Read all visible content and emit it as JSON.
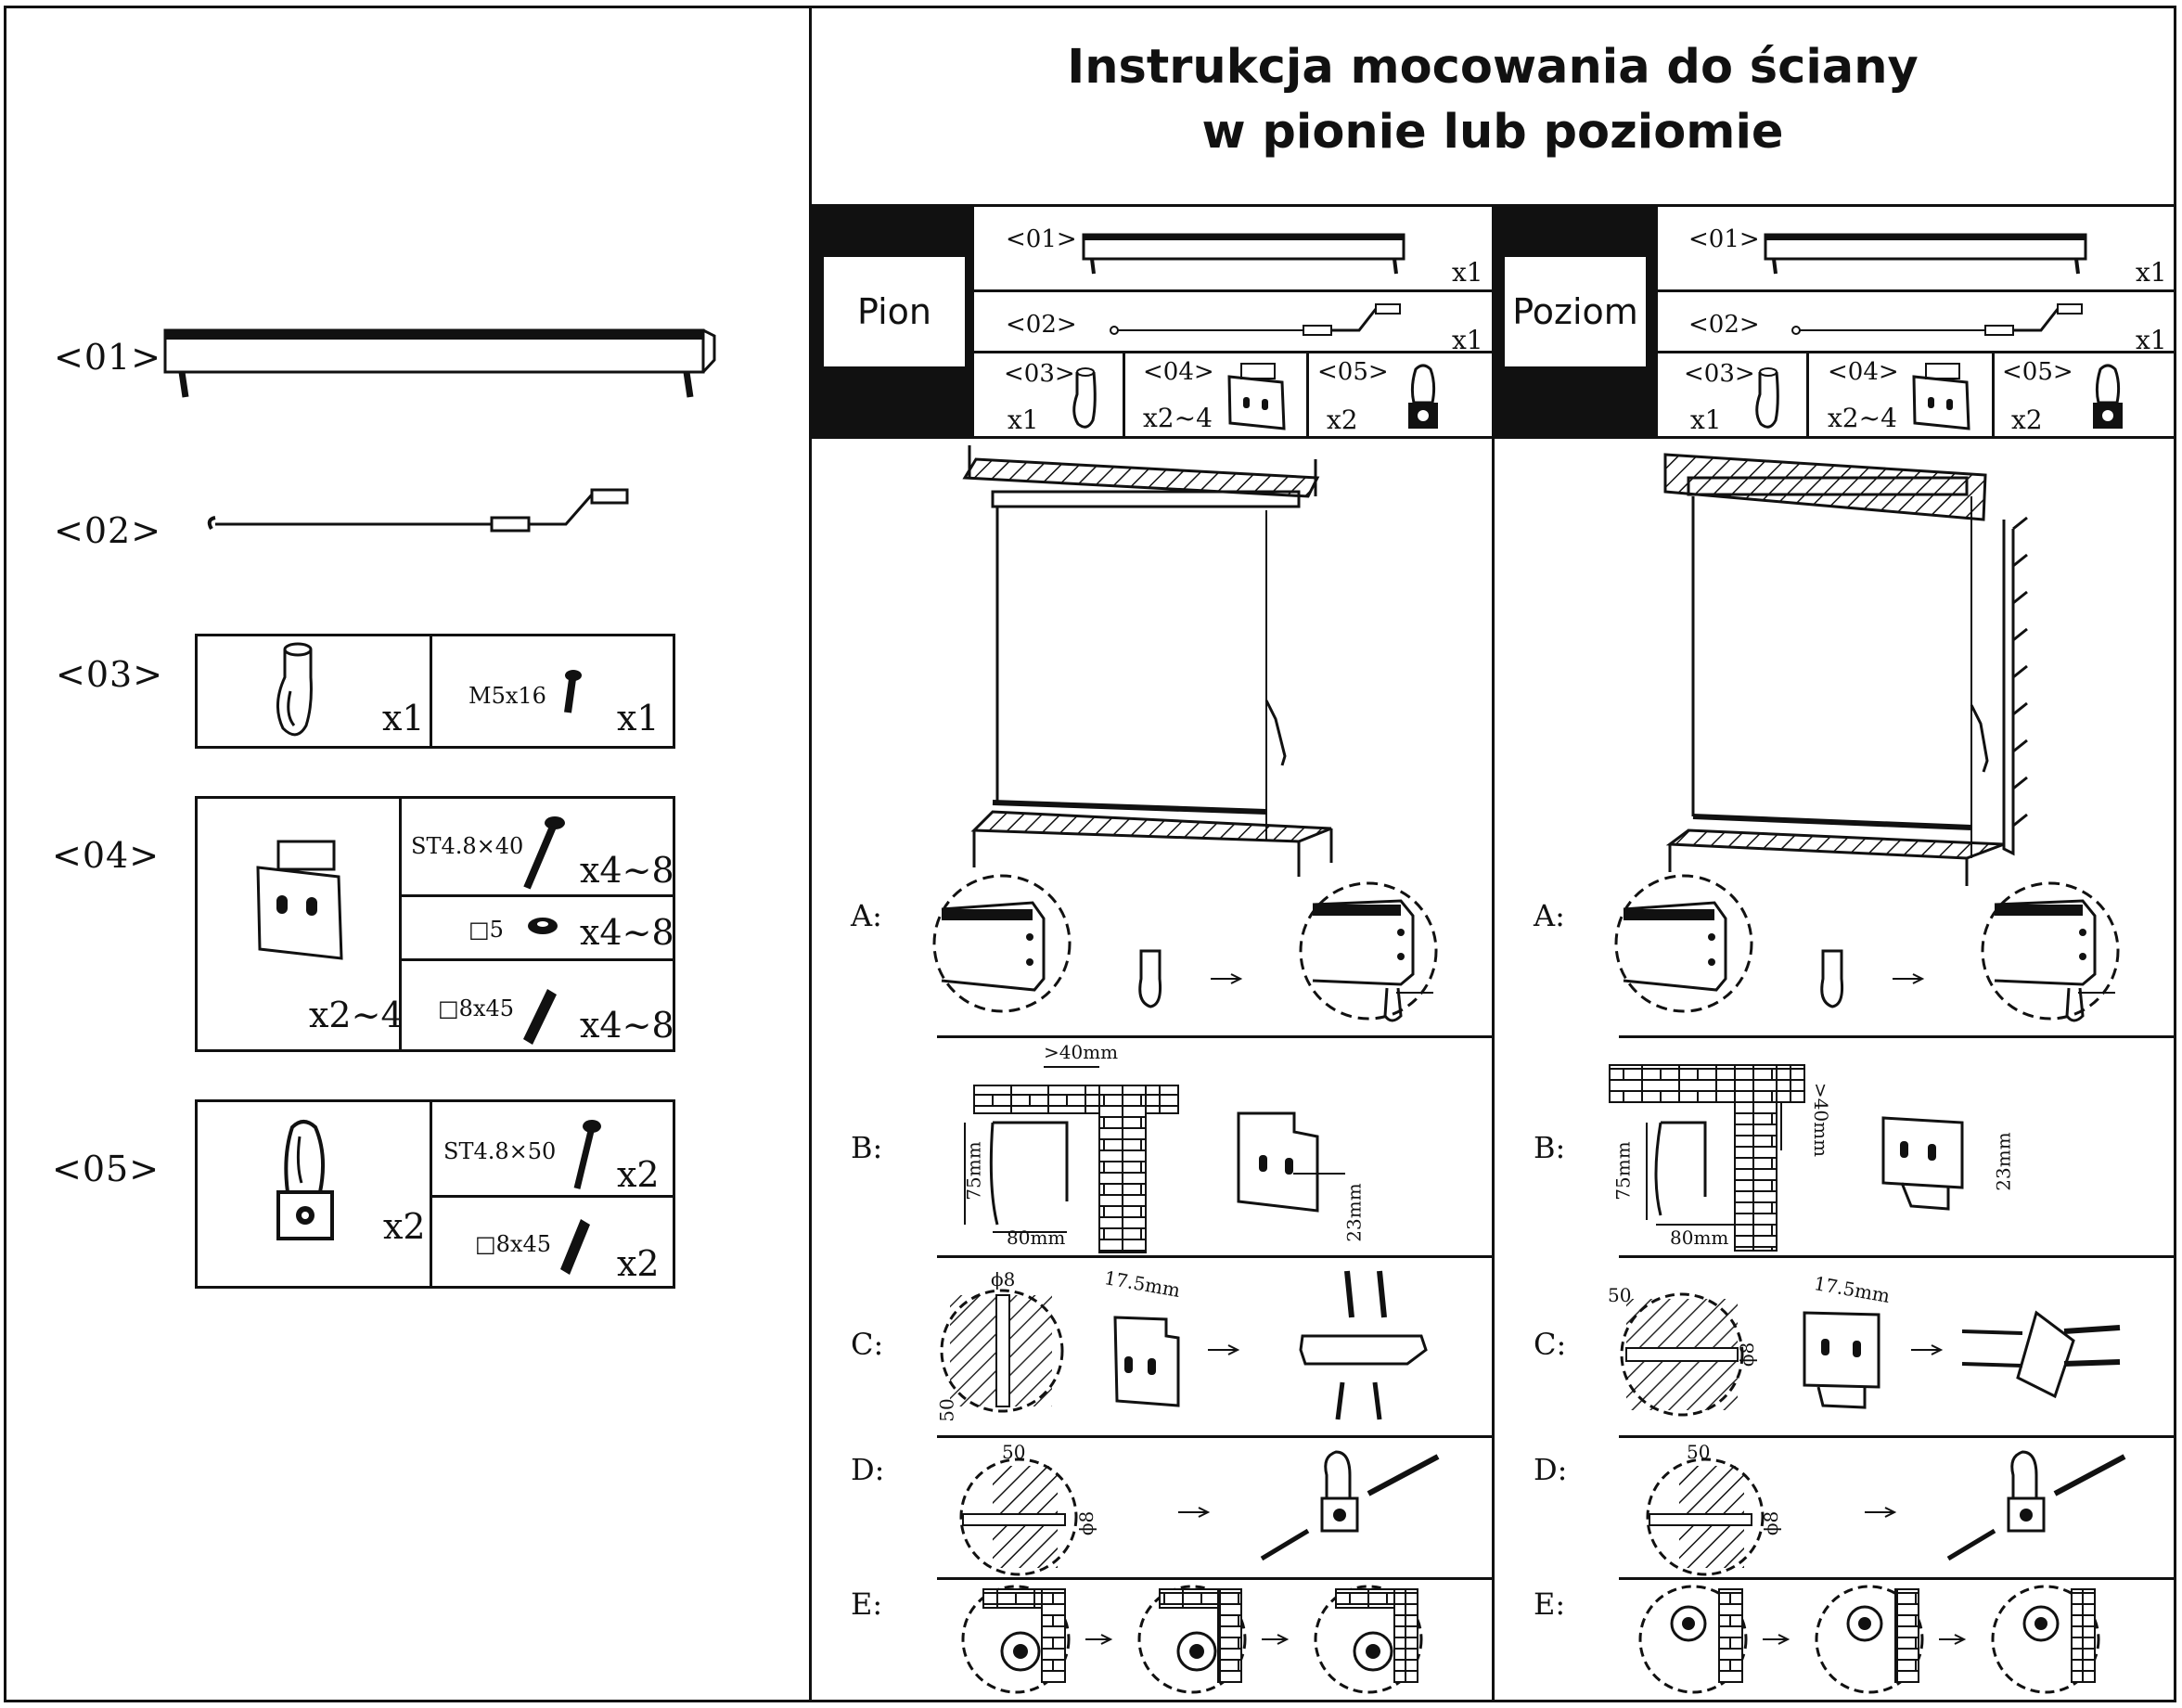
{
  "title_line1": "Instrukcja mocowania do ściany",
  "title_line2": "w pionie lub poziomie",
  "parts": {
    "p01": {
      "label": "<01>"
    },
    "p02": {
      "label": "<02>"
    },
    "p03": {
      "label": "<03>",
      "qty": "x1",
      "screw_label": "M5x16",
      "screw_qty": "x1"
    },
    "p04": {
      "label": "<04>",
      "qty": "x2~4",
      "screw_label": "ST4.8×40",
      "screw_qty": "x4~8",
      "washer_label": "□5",
      "washer_qty": "x4~8",
      "anchor_label": "□8x45",
      "anchor_qty": "x4~8"
    },
    "p05": {
      "label": "<05>",
      "qty": "x2",
      "screw_label": "ST4.8×50",
      "screw_qty": "x2",
      "anchor_label": "□8x45",
      "anchor_qty": "x2"
    }
  },
  "panels": [
    {
      "name": "Pion",
      "r1_label": "<01>",
      "r1_qty": "x1",
      "r2_label": "<02>",
      "r2_qty": "x1",
      "c3_label": "<03>",
      "c3_qty": "x1",
      "c4_label": "<04>",
      "c4_qty": "x2~4",
      "c5_label": "<05>",
      "c5_qty": "x2"
    },
    {
      "name": "Poziom",
      "r1_label": "<01>",
      "r1_qty": "x1",
      "r2_label": "<02>",
      "r2_qty": "x1",
      "c3_label": "<03>",
      "c3_qty": "x1",
      "c4_label": "<04>",
      "c4_qty": "x2~4",
      "c5_label": "<05>",
      "c5_qty": "x2"
    }
  ],
  "steps": [
    "A:",
    "B:",
    "C:",
    "D:",
    "E:"
  ],
  "dims": {
    "pion_b_gap": ">40mm",
    "pion_b_h": "75mm",
    "pion_b_w": "80mm",
    "pion_b_hole": "23mm",
    "poz_b_gap": ">40mm",
    "poz_b_h": "75mm",
    "poz_b_w": "80mm",
    "poz_b_hole": "23mm",
    "pion_c_d": "ϕ8",
    "pion_c_depth": "50",
    "pion_c_span": "17.5mm",
    "poz_c_d": "ϕ8",
    "poz_c_depth": "50",
    "poz_c_span": "17.5mm",
    "pion_d_depth": "50",
    "pion_d_d": "ϕ8",
    "poz_d_depth": "50",
    "poz_d_d": "ϕ8"
  },
  "icons": [
    "roller-tube",
    "crank-rod",
    "hook-clip",
    "wall-bracket",
    "eye-bracket",
    "screw",
    "washer",
    "wall-plug",
    "drill-detail",
    "arrow"
  ]
}
